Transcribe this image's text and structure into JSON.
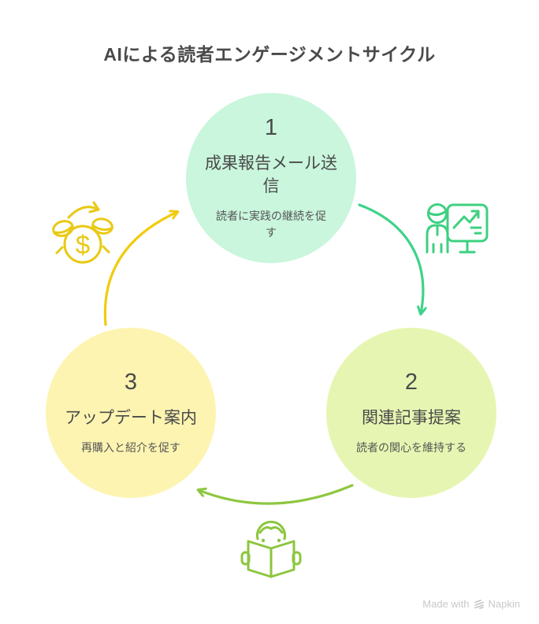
{
  "title": "AIによる読者エンゲージメントサイクル",
  "steps": [
    {
      "number": "1",
      "title": "成果報告メール送信",
      "subtitle": "読者に実践の継続を促す",
      "color": "#c9f6dc"
    },
    {
      "number": "2",
      "title": "関連記事提案",
      "subtitle": "読者の関心を維持する",
      "color": "#e6f6b2"
    },
    {
      "number": "3",
      "title": "アップデート案内",
      "subtitle": "再購入と紹介を促す",
      "color": "#fdf4b1"
    }
  ],
  "arrows": [
    {
      "from": "1",
      "to": "2",
      "color": "#3ed389"
    },
    {
      "from": "2",
      "to": "3",
      "color": "#8dc63f"
    },
    {
      "from": "3",
      "to": "1",
      "color": "#f0cc10"
    }
  ],
  "icons": [
    {
      "name": "money-cycle-icon",
      "color": "#e9c914"
    },
    {
      "name": "presenter-chart-icon",
      "color": "#3ed080"
    },
    {
      "name": "reading-person-icon",
      "color": "#8cc63e"
    }
  ],
  "watermark": {
    "prefix": "Made with",
    "brand": "Napkin"
  }
}
